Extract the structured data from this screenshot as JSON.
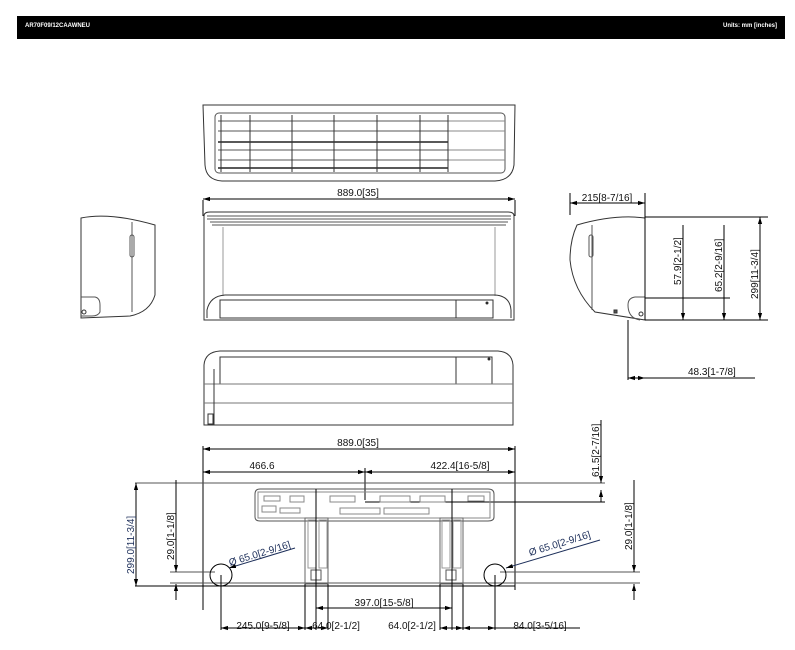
{
  "header": {
    "model": "AR70F09/12CAAWNEU",
    "units": "Units: mm [inches]"
  },
  "views": {
    "top": "top-view",
    "front": "front-view",
    "bottom": "bottom-view",
    "left_side": "left-side-view",
    "right_side": "right-side-view",
    "back_plate": "mounting-plate-view"
  },
  "dimensions": {
    "front_width": "889.0[35]",
    "side_depth": "215[8-7/16]",
    "pipe_height_1": "57.9[2-1/2]",
    "pipe_height_2": "65.2[2-9/16]",
    "unit_height_side": "299[11-3/4]",
    "pipe_offset": "48.3[1-7/8]",
    "plate_total_width": "889.0[35]",
    "plate_left": "466.6",
    "plate_right": "422.4[16-5/8]",
    "plate_top_gap": "61.5[2-7/16]",
    "plate_height": "299.0[11-3/4]",
    "hole_left_height": "29.0[1-1/8]",
    "hole_right_height": "29.0[1-1/8]",
    "hole_left_dia": "Ø 65.0[2-9/16]",
    "hole_right_dia": "Ø 65.0[2-9/16]",
    "bracket_span": "397.0[15-5/8]",
    "hole_left_offset": "245.0[9-5/8]",
    "bracket_left_width": "64.0[2-1/2]",
    "bracket_right_width": "64.0[2-1/2]",
    "hole_right_offset": "84.0[3-5/16]"
  }
}
